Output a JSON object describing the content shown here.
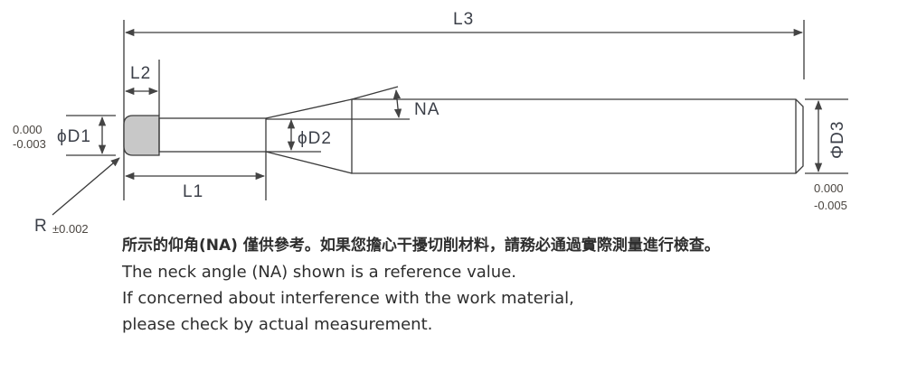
{
  "diagram": {
    "labels": {
      "l3": "L3",
      "l2": "L2",
      "l1": "L1",
      "d1": "ϕD1",
      "d2": "ϕD2",
      "d3": "ΦD3",
      "na": "NA",
      "r": "R"
    },
    "tolerances": {
      "d1_upper": "0.000",
      "d1_lower": "-0.003",
      "d3_upper": "0.000",
      "d3_lower": "-0.005",
      "r": "±0.002"
    },
    "colors": {
      "line": "#3a3a3a",
      "head_fill": "#c8c8c8"
    }
  },
  "notes": [
    "所示的仰角(NA) 僅供參考。如果您擔心干擾切削材料，請務必通過實際測量進行檢查。",
    "The neck angle (NA) shown is a reference value.",
    "If concerned about interference with the work material,",
    "please check by actual measurement."
  ]
}
